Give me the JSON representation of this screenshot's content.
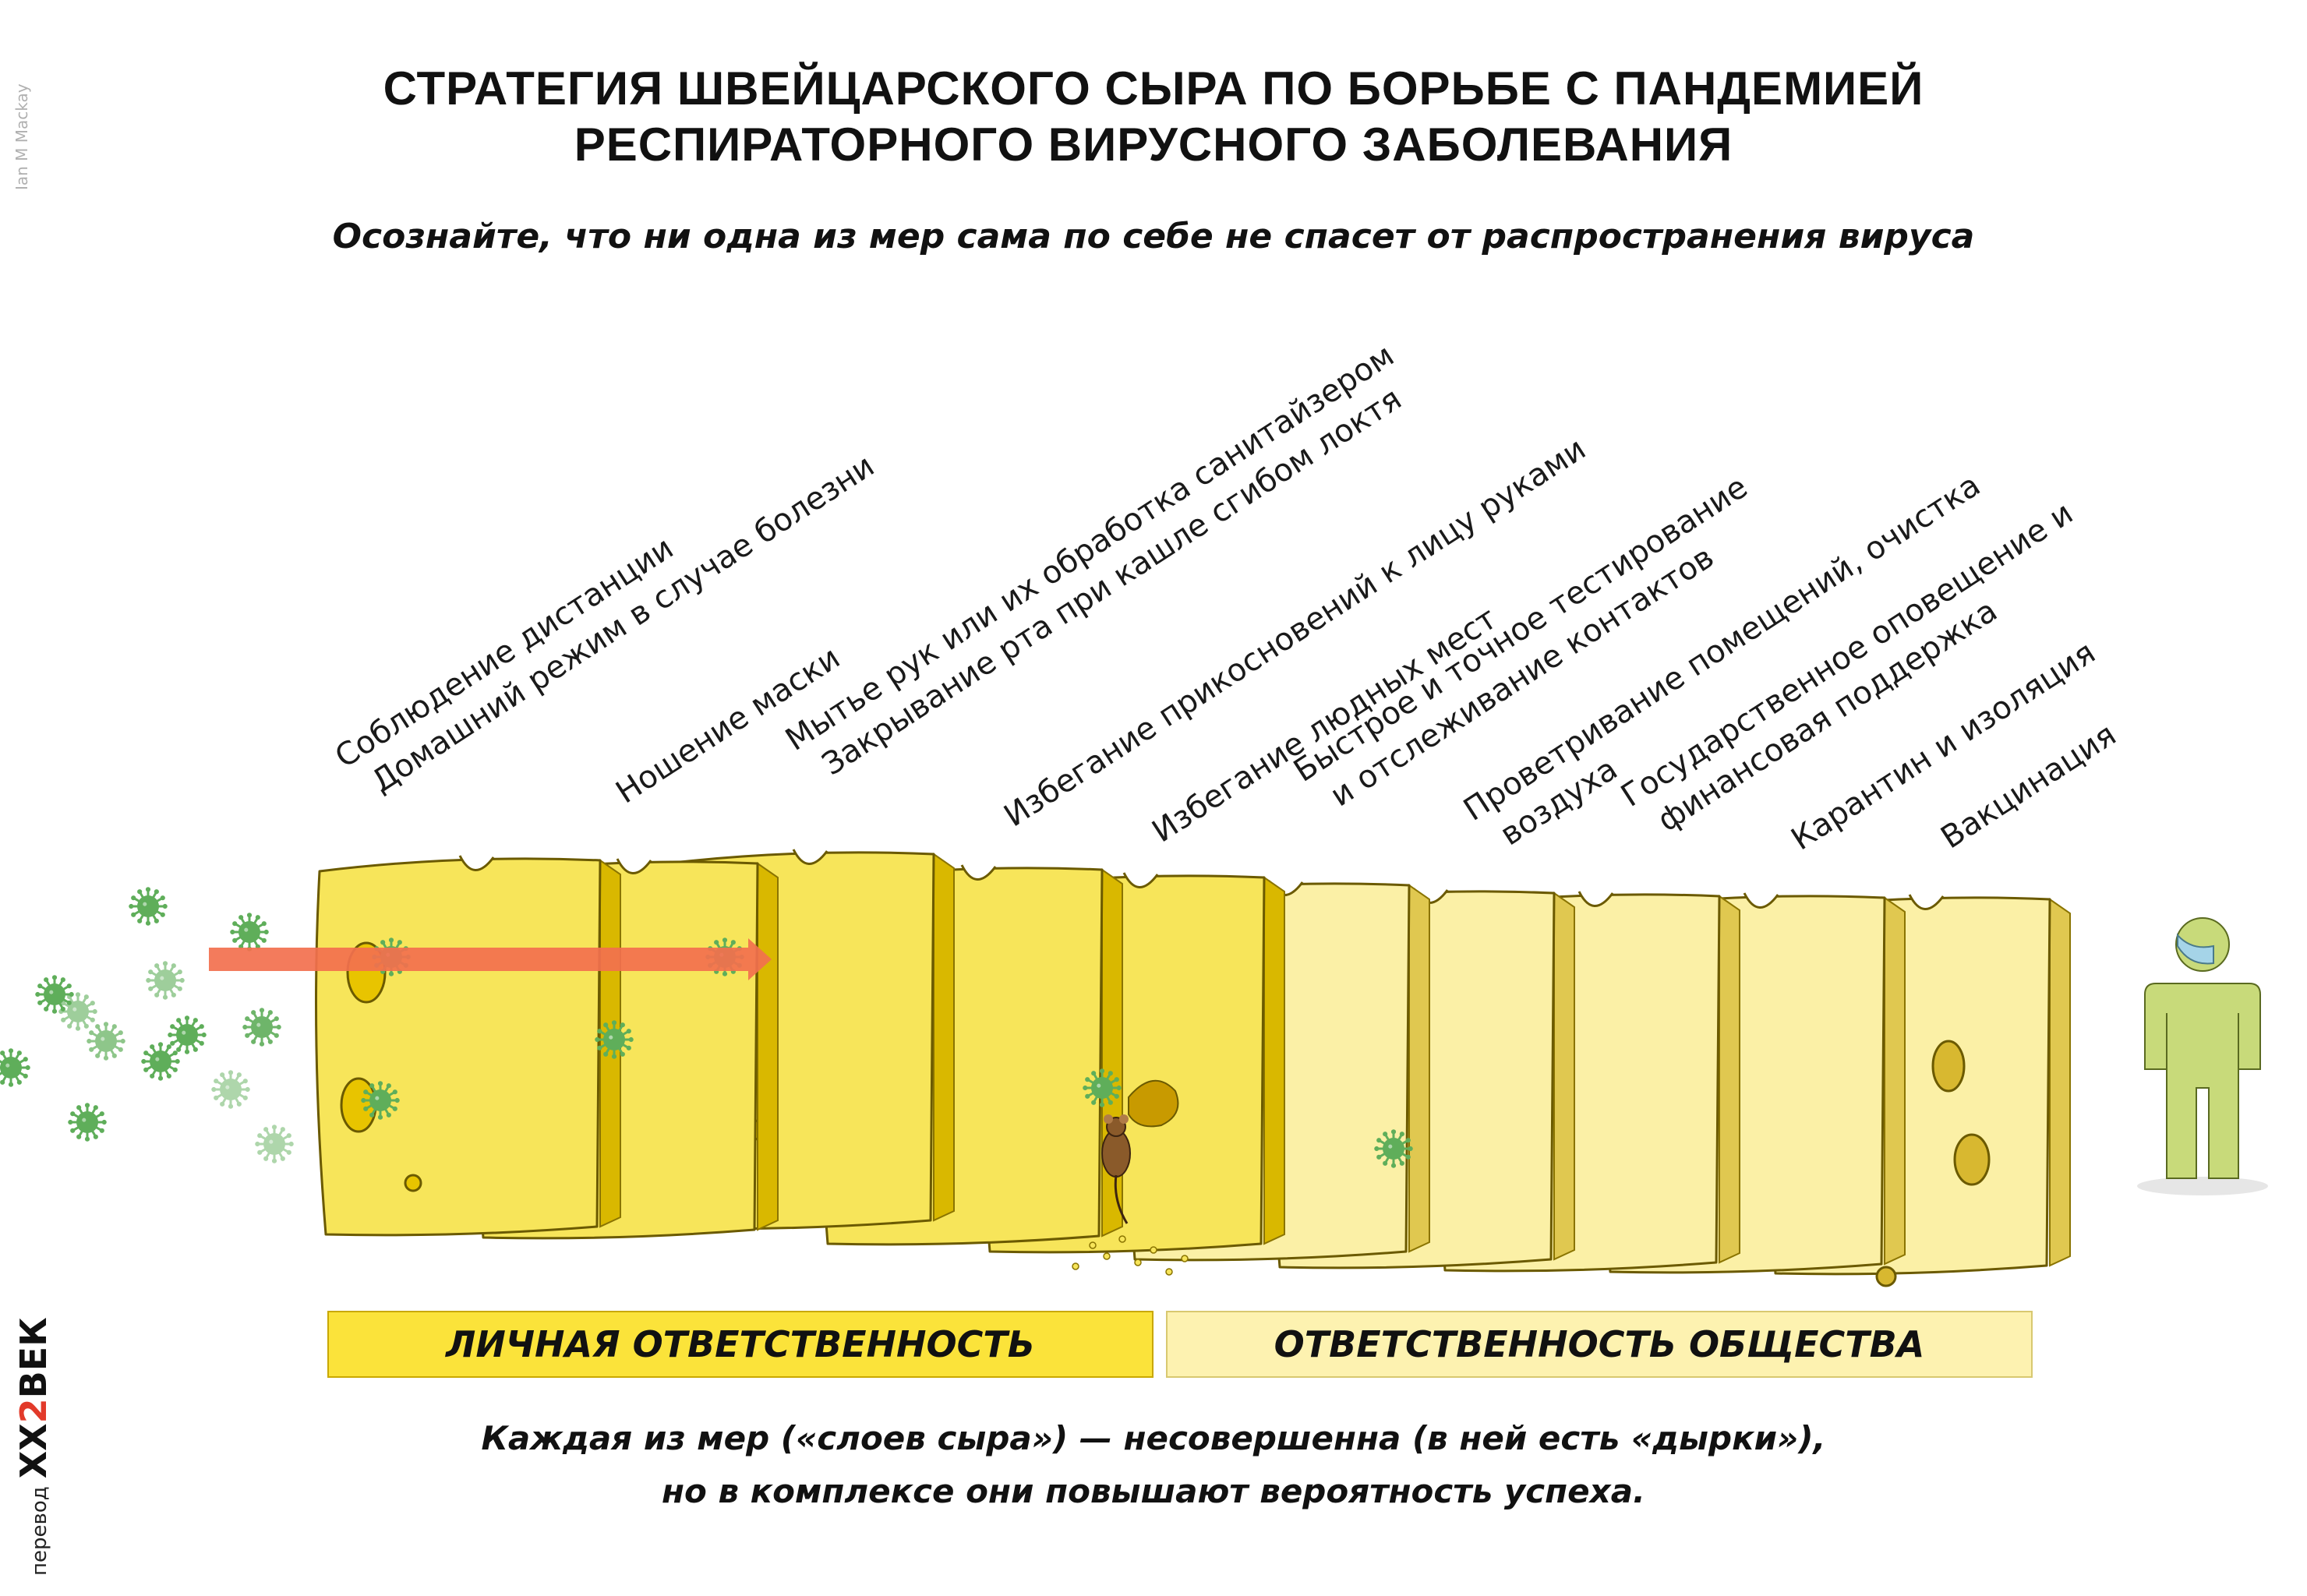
{
  "title": {
    "line1": "СТРАТЕГИЯ ШВЕЙЦАРСКОГО СЫРА ПО БОРЬБЕ С ПАНДЕМИЕЙ",
    "line2": "РЕСПИРАТОРНОГО ВИРУСНОГО ЗАБОЛЕВАНИЯ"
  },
  "subtitle": "Осознайте, что ни одна из мер сама по себе не спасет от распространения вируса",
  "layers": [
    {
      "lines": [
        "Соблюдение дистанции",
        "Домашний режим в случае болезни"
      ],
      "group": "personal"
    },
    {
      "lines": [
        "Ношение маски"
      ],
      "group": "personal"
    },
    {
      "lines": [
        "Мытье рук или их обработка санитайзером",
        "Закрывание рта при кашле сгибом локтя"
      ],
      "group": "personal"
    },
    {
      "lines": [
        "Избегание прикосновений к лицу руками"
      ],
      "group": "personal"
    },
    {
      "lines": [
        "Избегание людных мест"
      ],
      "group": "personal"
    },
    {
      "lines": [
        "Быстрое и точное тестирование",
        "и отслеживание контактов"
      ],
      "group": "society"
    },
    {
      "lines": [
        "Проветривание помещений, очистка",
        "воздуха"
      ],
      "group": "society"
    },
    {
      "lines": [
        "Государственное оповещение и",
        "финансовая поддержка"
      ],
      "group": "society"
    },
    {
      "lines": [
        "Карантин и изоляция"
      ],
      "group": "society"
    },
    {
      "lines": [
        "Вакцинация"
      ],
      "group": "society"
    }
  ],
  "responsibility": {
    "personal": "ЛИЧНАЯ ОТВЕТСТВЕННОСТЬ",
    "society": "ОТВЕТСТВЕННОСТЬ ОБЩЕСТВА"
  },
  "footer": {
    "line1": "Каждая из мер («слоев сыра») — несовершенна (в ней есть «дырки»),",
    "line2": "но в комплексе они повышают вероятность успеха."
  },
  "credit": "Ian M Mackay",
  "brand": {
    "label": "перевод",
    "logo_left": "XX",
    "logo_accent": "2",
    "logo_right": "ВЕК"
  },
  "colors": {
    "cheese_personal": "#f7e55a",
    "cheese_personal_edge": "#d9b800",
    "cheese_society": "#fbf0a6",
    "cheese_society_edge": "#e0c850",
    "arrow": "#f2704e",
    "virus": "#5fae5a",
    "person": "#c8da7a",
    "mask": "#a5d4e8",
    "mouse": "#8a5a2a"
  }
}
